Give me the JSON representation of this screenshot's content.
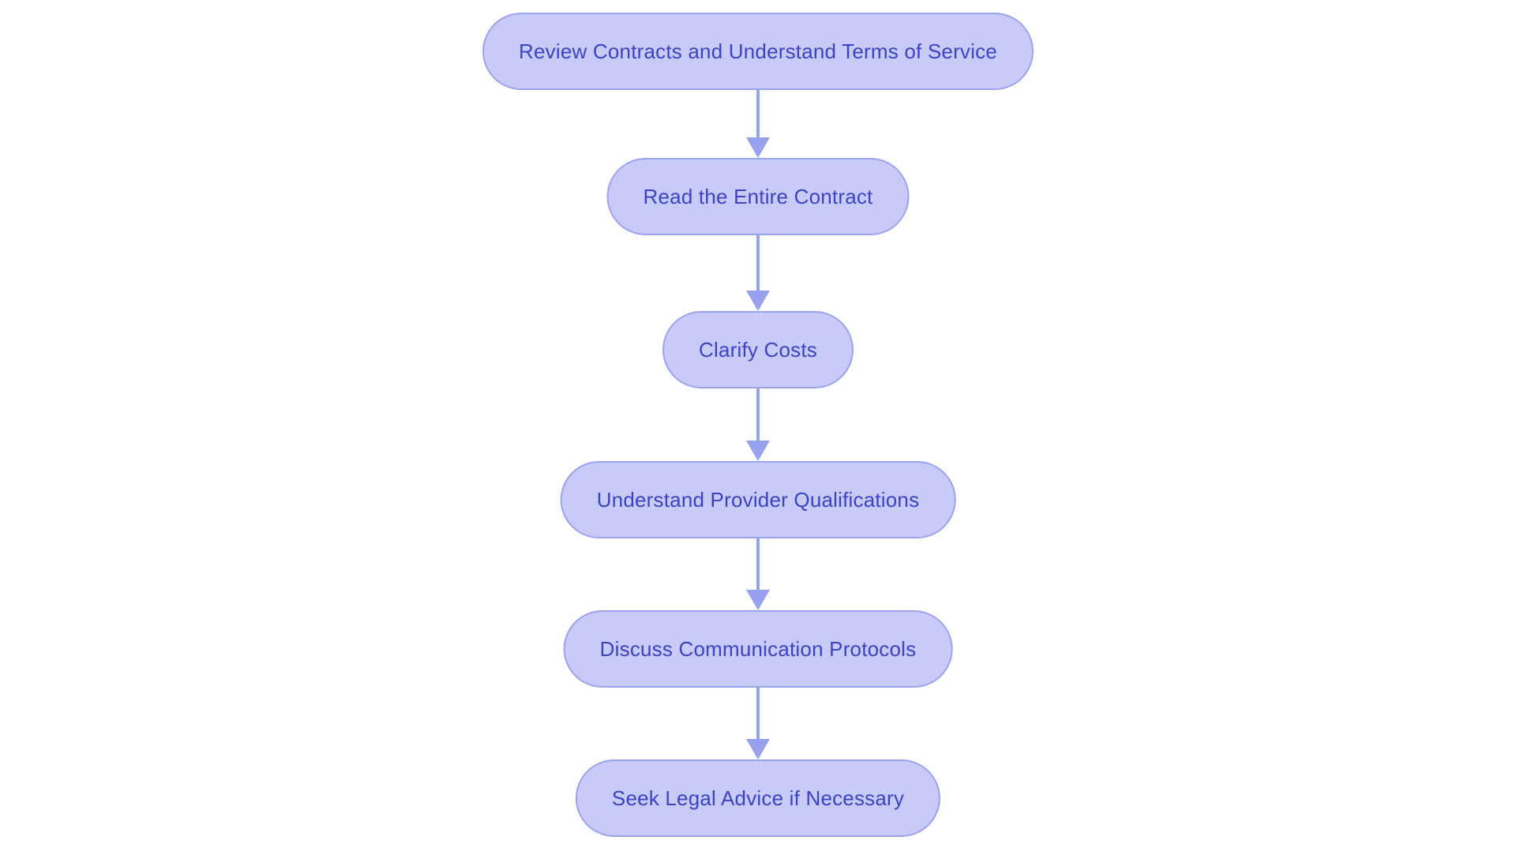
{
  "diagram": {
    "type": "flowchart",
    "direction": "top-down",
    "nodes": [
      {
        "id": "1",
        "label": "Review Contracts and Understand Terms of Service"
      },
      {
        "id": "2",
        "label": "Read the Entire Contract"
      },
      {
        "id": "3",
        "label": "Clarify Costs"
      },
      {
        "id": "4",
        "label": "Understand Provider Qualifications"
      },
      {
        "id": "5",
        "label": "Discuss Communication Protocols"
      },
      {
        "id": "6",
        "label": "Seek Legal Advice if Necessary"
      }
    ],
    "edges": [
      {
        "from": "1",
        "to": "2"
      },
      {
        "from": "2",
        "to": "3"
      },
      {
        "from": "3",
        "to": "4"
      },
      {
        "from": "4",
        "to": "5"
      },
      {
        "from": "5",
        "to": "6"
      }
    ],
    "colors": {
      "node_fill": "#c8caf8",
      "node_border": "#9ba2f0",
      "node_text": "#3b43c4",
      "arrow": "#98a0f0",
      "background": "#ffffff"
    }
  }
}
